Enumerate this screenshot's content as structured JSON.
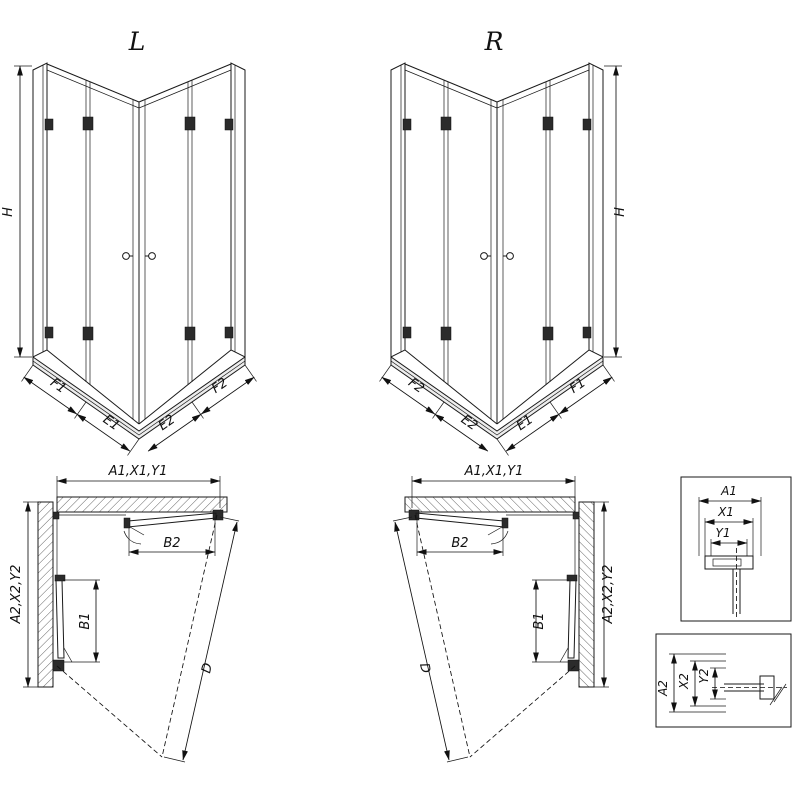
{
  "colors": {
    "line": "#1a1a1a",
    "background": "#ffffff",
    "tray": "#ededed"
  },
  "iso_left": {
    "title": "L",
    "h": "H",
    "f1": "F1",
    "e1": "E1",
    "e2": "E2",
    "f2": "F2"
  },
  "iso_right": {
    "title": "R",
    "h": "H",
    "f1": "F1",
    "e1": "E1",
    "e2": "E2",
    "f2": "F2"
  },
  "plan_left": {
    "top": "A1,X1,Y1",
    "side": "A2,X2,Y2",
    "b2": "B2",
    "b1": "B1",
    "d": "D"
  },
  "plan_right": {
    "top": "A1,X1,Y1",
    "side": "A2,X2,Y2",
    "b2": "B2",
    "b1": "B1",
    "d": "D"
  },
  "detail_top": {
    "a1": "A1",
    "x1": "X1",
    "y1": "Y1"
  },
  "detail_bottom": {
    "a2": "A2",
    "x2": "X2",
    "y2": "Y2"
  }
}
